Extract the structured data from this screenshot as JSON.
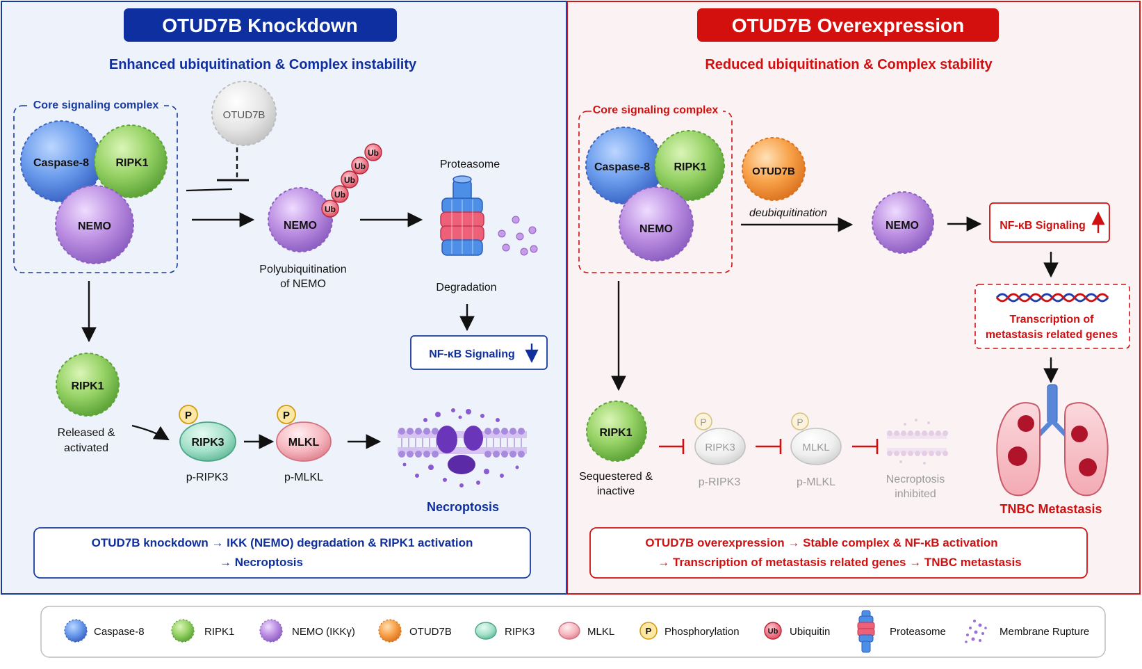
{
  "left": {
    "title": "OTUD7B Knockdown",
    "subtitle": "Enhanced ubiquitination & Complex instability",
    "complex_label": "Core signaling complex",
    "caspase8": "Caspase-8",
    "ripk1": "RIPK1",
    "nemo": "NEMO",
    "otud7b": "OTUD7B",
    "ub": "Ub",
    "poly_line1": "Polyubiquitination",
    "poly_line2": "of NEMO",
    "proteasome": "Proteasome",
    "degradation": "Degradation",
    "nfkb": "NF-κB Signaling",
    "ripk1_released": "RIPK1",
    "released_line1": "Released &",
    "released_line2": "activated",
    "p": "P",
    "ripk3": "RIPK3",
    "mlkl": "MLKL",
    "p_ripk3": "p-RIPK3",
    "p_mlkl": "p-MLKL",
    "necroptosis": "Necroptosis",
    "summary_line1": "OTUD7B knockdown → IKK (NEMO) degradation & RIPK1 activation",
    "summary_line2": "→ Necroptosis"
  },
  "right": {
    "title": "OTUD7B Overexpression",
    "subtitle": "Reduced ubiquitination & Complex stability",
    "complex_label": "Core signaling complex",
    "caspase8": "Caspase-8",
    "ripk1": "RIPK1",
    "nemo": "NEMO",
    "otud7b": "OTUD7B",
    "deubiq": "deubiquitination",
    "nemo2": "NEMO",
    "nfkb": "NF-κB Signaling",
    "transcription_line1": "Transcription of",
    "transcription_line2": "metastasis related genes",
    "tnbc": "TNBC Metastasis",
    "ripk1_seq": "RIPK1",
    "seq_line1": "Sequestered &",
    "seq_line2": "inactive",
    "p": "P",
    "ripk3": "RIPK3",
    "mlkl": "MLKL",
    "p_ripk3": "p-RIPK3",
    "p_mlkl": "p-MLKL",
    "nec_line1": "Necroptosis",
    "nec_line2": "inhibited",
    "summary_line1": "OTUD7B overexpression → Stable complex & NF-κB activation",
    "summary_line2": "→ Transcription of metastasis related genes → TNBC metastasis"
  },
  "legend": {
    "caspase8": "Caspase-8",
    "ripk1": "RIPK1",
    "nemo": "NEMO (IKKγ)",
    "otud7b": "OTUD7B",
    "ripk3": "RIPK3",
    "mlkl": "MLKL",
    "phos_symbol": "P",
    "phos": "Phosphorylation",
    "ub_symbol": "Ub",
    "ubiquitin": "Ubiquitin",
    "proteasome": "Proteasome",
    "membrane": "Membrane Rupture"
  },
  "colors": {
    "knockdown_blue": "#0f2f9e",
    "overexpression_red": "#d01010",
    "caspase8": "#5f92e6",
    "ripk1": "#8ccf5e",
    "nemo": "#b888de",
    "otud7b": "#f59a3c",
    "ripk3": "#8fd8bf",
    "mlkl": "#f4a9b2",
    "phospho": "#f5c542",
    "ubiquitin": "#e34b5e"
  }
}
